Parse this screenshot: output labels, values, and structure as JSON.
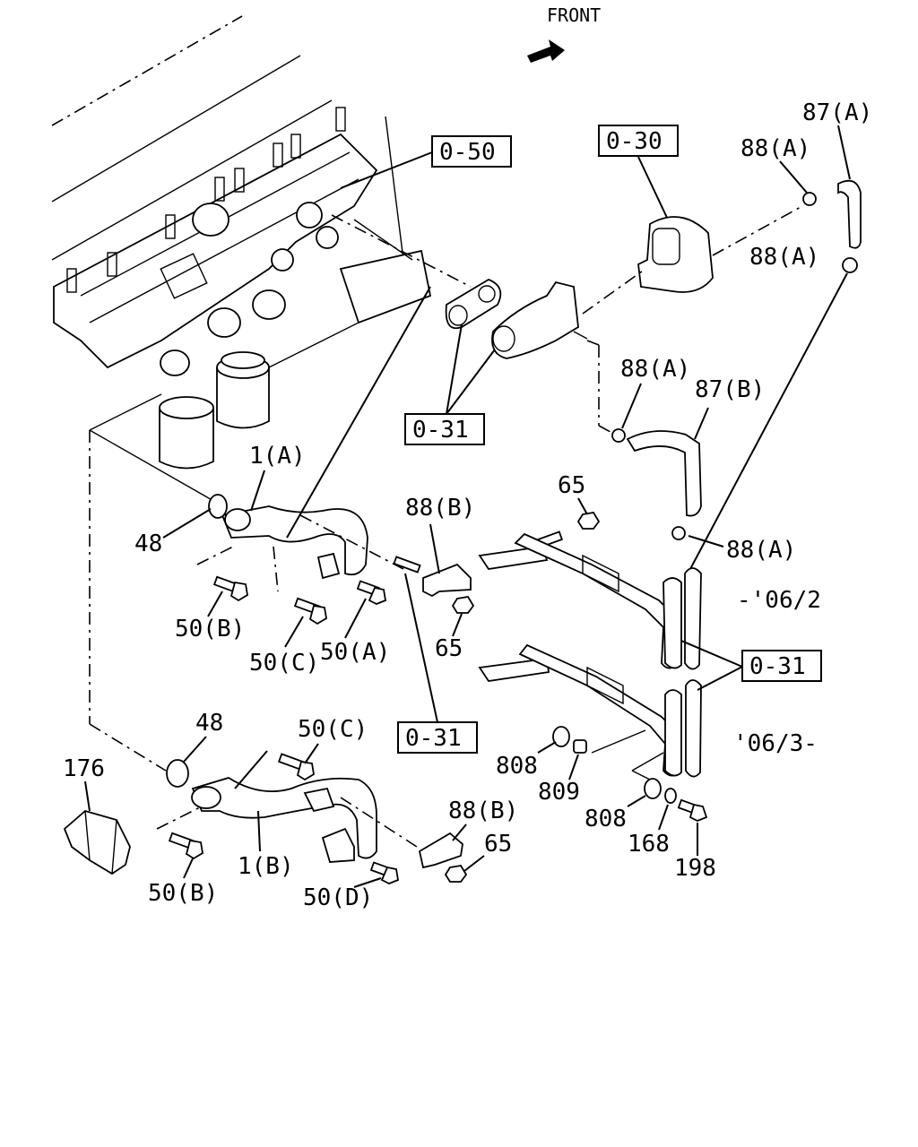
{
  "front_label": "FRONT",
  "ref_boxes": {
    "top_050": "0-50",
    "top_030": "0-30",
    "left_031": "0-31",
    "right_031": "0-31",
    "bottom_031": "0-31"
  },
  "part_labels": {
    "p87a": "87(A)",
    "p88a_top": "88(A)",
    "p88a_mid": "88(A)",
    "p88a_low": "88(A)",
    "p88a_right": "88(A)",
    "p87b": "87(B)",
    "p65_top": "65",
    "p88b_top": "88(B)",
    "p65_mid": "65",
    "p1a": "1(A)",
    "p48_top": "48",
    "p50b_top": "50(B)",
    "p50c_top": "50(C)",
    "p50a": "50(A)",
    "p48_low": "48",
    "p50c_low": "50(C)",
    "p176": "176",
    "p1b": "1(B)",
    "p50b_low": "50(B)",
    "p50d": "50(D)",
    "p88b_low": "88(B)",
    "p65_low": "65",
    "p808_a": "808",
    "p809": "809",
    "p808_b": "808",
    "p168": "168",
    "p198": "198"
  },
  "date_labels": {
    "until": "-'06/2",
    "from": "'06/3-"
  }
}
